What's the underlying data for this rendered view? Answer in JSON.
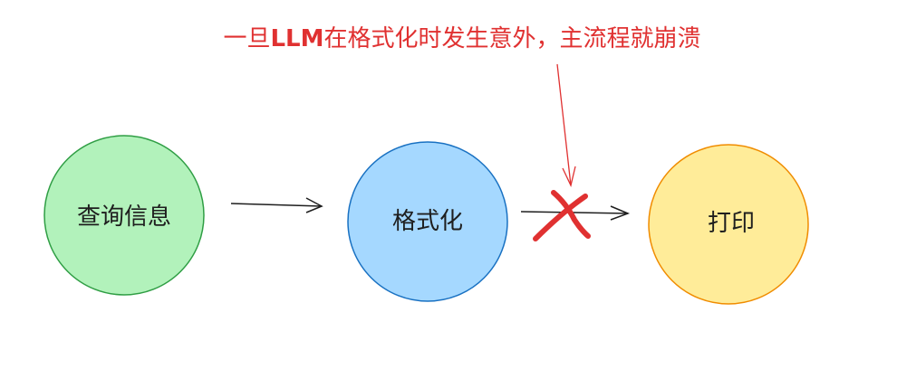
{
  "annotation": {
    "prefix": "一旦",
    "bold": "LLM",
    "suffix": "在格式化时发生意外，主流程就崩溃",
    "color": "#e03131"
  },
  "nodes": [
    {
      "label": "查询信息",
      "fill": "#b2f2bb",
      "stroke": "#2f9e44"
    },
    {
      "label": "格式化",
      "fill": "#a5d8ff",
      "stroke": "#1971c2"
    },
    {
      "label": "打印",
      "fill": "#ffec99",
      "stroke": "#f08c00"
    }
  ]
}
